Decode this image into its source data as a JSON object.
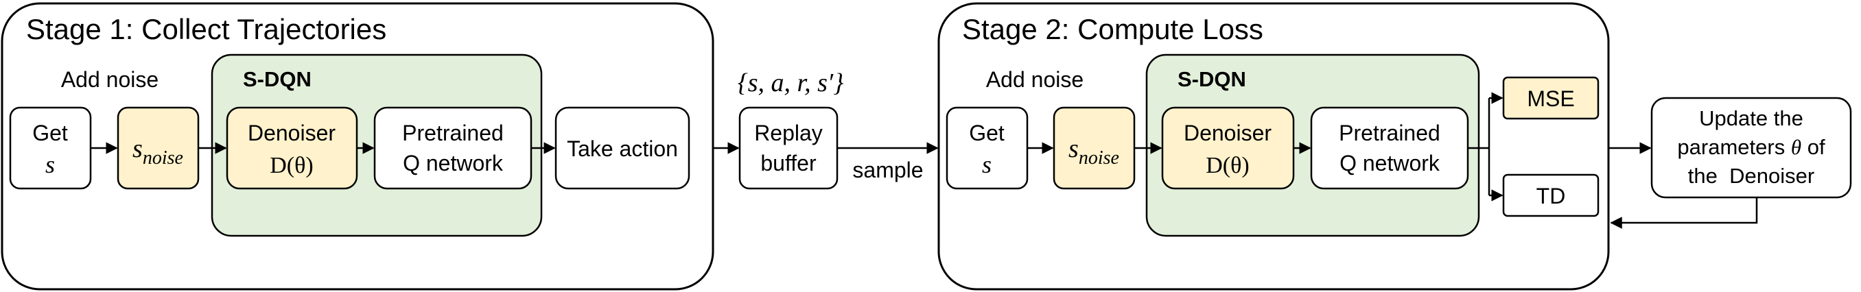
{
  "stage1": {
    "title": "Stage 1: Collect Trajectories",
    "add_noise": "Add noise",
    "get_label": "Get",
    "s": "s",
    "s_noise_base": "s",
    "s_noise_sub": "noise",
    "sdqn_label": "S-DQN",
    "denoiser_label": "Denoiser",
    "denoiser_formula": "D(θ)",
    "pretrained_line1": "Pretrained",
    "pretrained_line2": "Q network",
    "take_action": "Take action"
  },
  "replay": {
    "tuple": "{s, a, r, s′}",
    "line1": "Replay",
    "line2": "buffer",
    "sample": "sample"
  },
  "stage2": {
    "title": "Stage 2: Compute Loss",
    "add_noise": "Add noise",
    "get_label": "Get",
    "s": "s",
    "s_noise_base": "s",
    "s_noise_sub": "noise",
    "sdqn_label": "S-DQN",
    "denoiser_label": "Denoiser",
    "denoiser_formula": "D(θ)",
    "pretrained_line1": "Pretrained",
    "pretrained_line2": "Q network",
    "mse": "MSE",
    "td": "TD"
  },
  "update": {
    "line1": "Update the",
    "line2_prefix": "parameters",
    "line2_theta": "θ",
    "line2_suffix": "of",
    "line3": "the  Denoiser"
  },
  "colors": {
    "sdqn_fill": "#e2efda",
    "highlight_fill": "#fff2cc",
    "stroke": "#000000"
  }
}
